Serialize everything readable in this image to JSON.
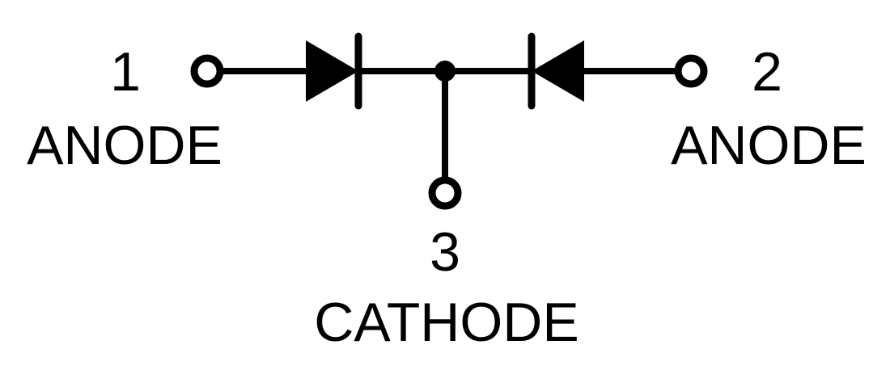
{
  "colors": {
    "line": "#000000",
    "background": "#ffffff"
  },
  "pins": {
    "pin1": {
      "number": "1",
      "label": "ANODE"
    },
    "pin2": {
      "number": "2",
      "label": "ANODE"
    },
    "pin3": {
      "number": "3",
      "label": "CATHODE"
    }
  }
}
